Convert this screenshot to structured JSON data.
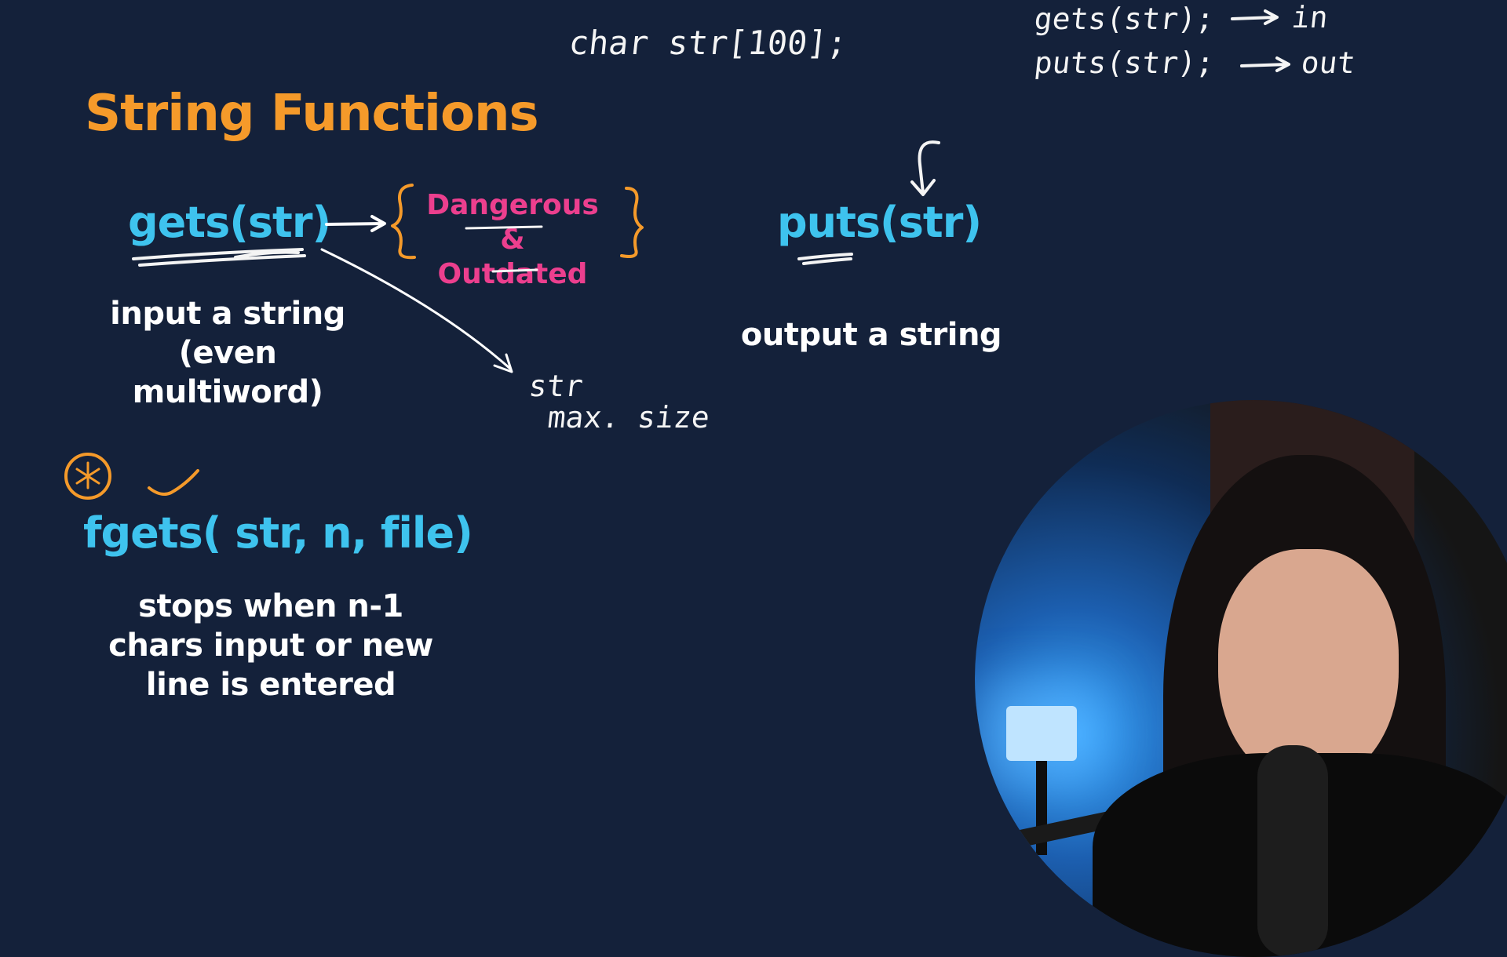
{
  "title": "String Functions",
  "handwritten": {
    "declaration": "char str[100];",
    "note_gets": "gets(str);",
    "note_in": "in",
    "note_puts": "puts(str);",
    "note_out": "out",
    "max_size_line1": "str",
    "max_size_line2": "max. size"
  },
  "gets_block": {
    "func": "gets(str)",
    "desc_line1": "input a string",
    "desc_line2": "(even multiword)",
    "warning_line1": "Dangerous &",
    "warning_line2": "Outdated"
  },
  "puts_block": {
    "func": "puts(str)",
    "desc": "output a string"
  },
  "fgets_block": {
    "func": "fgets( str, n, file)",
    "desc_line1": "stops when n-1",
    "desc_line2": "chars input or new",
    "desc_line3": "line is entered"
  },
  "colors": {
    "background": "#14213a",
    "title": "#f59a2a",
    "function": "#3ec3ee",
    "warning": "#ec3f8e",
    "brace": "#f59a2a",
    "text": "#ffffff"
  }
}
